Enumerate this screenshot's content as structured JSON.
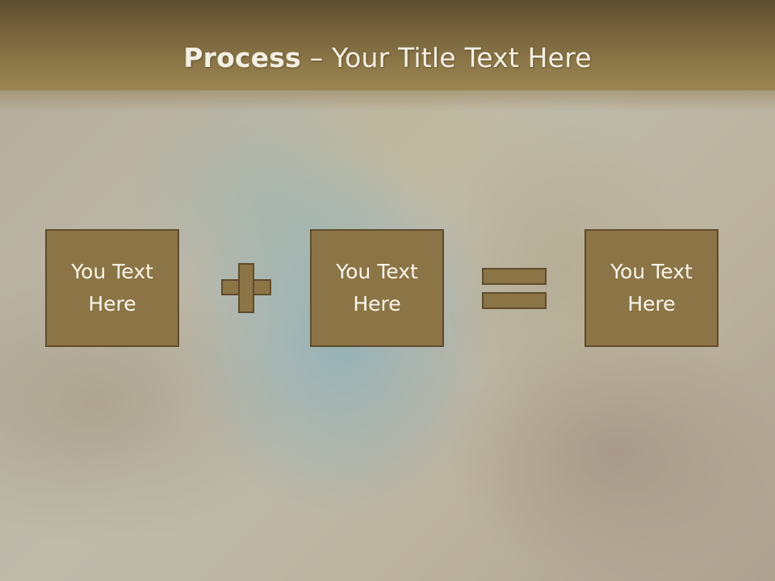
{
  "slide": {
    "title_bold": "Process",
    "title_separator": " – ",
    "title_rest": "Your Title Text Here"
  },
  "process": {
    "boxes": [
      {
        "label": "You Text\nHere"
      },
      {
        "label": "You Text\nHere"
      },
      {
        "label": "You Text\nHere"
      }
    ],
    "operators": [
      "plus-icon",
      "equals-icon"
    ]
  },
  "colors": {
    "box_fill": "#8b7446",
    "box_border": "#5f4c2c",
    "header": "#7a6840",
    "text": "#fbf6ea"
  }
}
